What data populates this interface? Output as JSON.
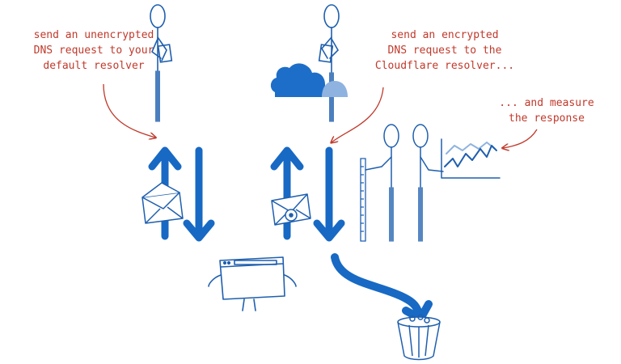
{
  "notes": {
    "left": [
      "send an unencrypted",
      "DNS request to your",
      "default resolver"
    ],
    "right": [
      "send an encrypted",
      "DNS request to the",
      "Cloudflare resolver..."
    ],
    "measure": [
      "... and measure",
      "the response"
    ]
  },
  "colors": {
    "ink": "#1f5fae",
    "arrow": "#1769c4",
    "annotation": "#c0392b",
    "cloud_dark": "#1d6ec8",
    "cloud_light": "#8fb3e0"
  }
}
